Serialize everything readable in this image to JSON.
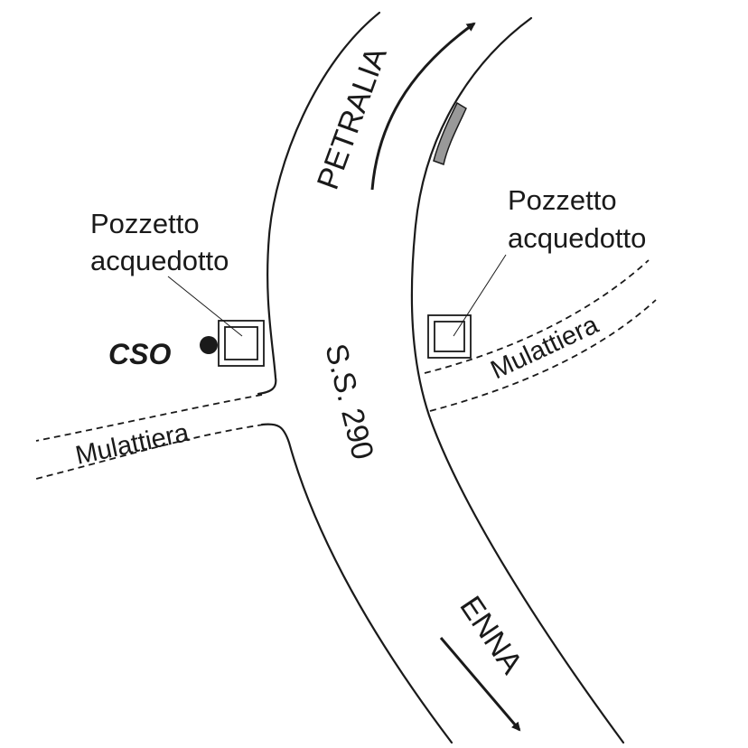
{
  "road": {
    "name": "S.S. 290",
    "north_direction": "PETRALIA",
    "south_direction": "ENNA"
  },
  "left": {
    "manhole_label_line1": "Pozzetto",
    "manhole_label_line2": "acquedotto",
    "cso_label": "CSO",
    "mule_track_label": "Mulattiera"
  },
  "right": {
    "manhole_label_line1": "Pozzetto",
    "manhole_label_line2": "acquedotto",
    "mule_track_label": "Mulattiera"
  },
  "colors": {
    "ink": "#1a1a1a",
    "marker_fill": "#999999",
    "background": "#ffffff"
  }
}
